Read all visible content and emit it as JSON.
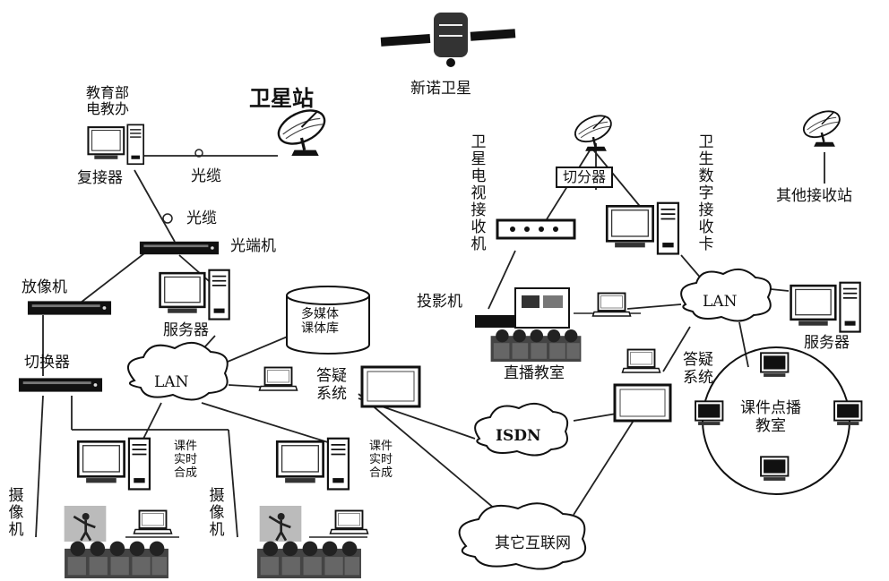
{
  "labels": {
    "satellite": "新诺卫星",
    "satellite_station": "卫星站",
    "ministry_office": "教育部\n电教办",
    "repeater": "复接器",
    "fiber_cable_top": "光缆",
    "fiber_cable_left": "光缆",
    "optical_terminal": "光端机",
    "vcr": "放像机",
    "switcher": "切换器",
    "server_left": "服务器",
    "multimedia_library": "多媒体\n课体库",
    "lan_left": "LAN",
    "qa_system_left": "答疑\n系统",
    "courseware_realtime_1": "课件\n实时\n合成",
    "courseware_realtime_2": "课件\n实时\n合成",
    "camera_1": "摄像机",
    "camera_2": "摄像机",
    "isdn": "ISDN",
    "other_internet": "其它互联网",
    "satellite_tv_receiver": "卫星电视接收机",
    "splitter": "切分器",
    "satellite_digital_card": "卫生数字接收卡",
    "other_stations": "其他接收站",
    "projector": "投影机",
    "live_classroom": "直播教室",
    "lan_right": "LAN",
    "server_right": "服务器",
    "qa_system_right": "答疑\n系统",
    "vod_classroom": "课件点播\n教室"
  }
}
